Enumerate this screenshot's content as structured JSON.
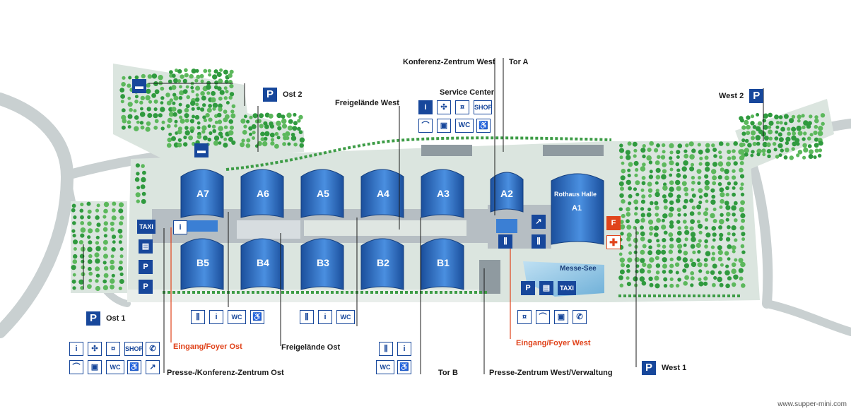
{
  "labels": {
    "konferenz_west": "Konferenz-Zentrum West",
    "tor_a": "Tor A",
    "service_center": "Service Center",
    "freigelaende_west": "Freigelände West",
    "ost2": "Ost 2",
    "west2": "West 2",
    "ost1": "Ost 1",
    "west1": "West 1",
    "eingang_ost": "Eingang/Foyer Ost",
    "eingang_west": "Eingang/Foyer West",
    "freigelaende_ost": "Freigelände Ost",
    "presse_ost": "Presse-/Konferenz-Zentrum Ost",
    "tor_b": "Tor B",
    "presse_west": "Presse-Zentrum West/Verwaltung",
    "messe_see": "Messe-See",
    "rothaus": "Rothaus Halle",
    "watermark": "www.supper-mini.com"
  },
  "halls_top": [
    "A7",
    "A6",
    "A5",
    "A4",
    "A3",
    "A2"
  ],
  "halls_bottom": [
    "B5",
    "B4",
    "B3",
    "B2",
    "B1"
  ],
  "hall_a1": "A1",
  "parking_letter": "P",
  "icons": {
    "info": "i",
    "wc": "WC",
    "shop": "SHOP",
    "taxi": "TAXI",
    "restaurant": "⫼",
    "phone": "✆",
    "wardrobe": "⌒",
    "fire": "F",
    "first_aid": "✚"
  },
  "colors": {
    "hall_blue": "#2f6fc2",
    "ground": "#dbe5df",
    "road": "#c9d0d1",
    "tree": "#2f9a3e",
    "accent_red": "#e0431b",
    "sign_blue": "#17479b"
  }
}
